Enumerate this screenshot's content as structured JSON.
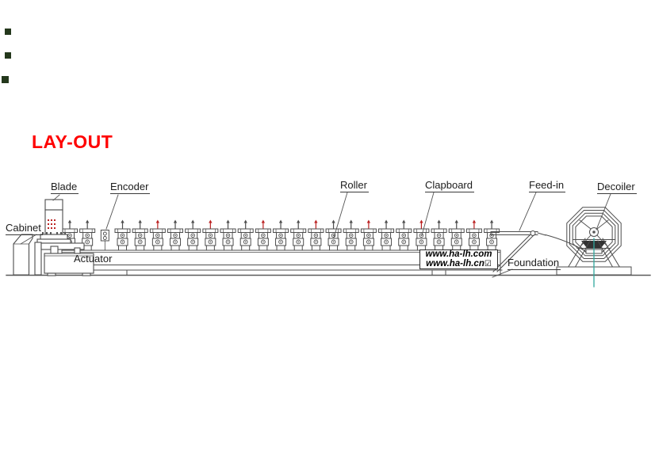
{
  "title": {
    "text": "LAY-OUT"
  },
  "labels": {
    "blade": "Blade",
    "encoder": "Encoder",
    "roller": "Roller",
    "clapboard": "Clapboard",
    "feed_in": "Feed-in",
    "decoiler": "Decoiler",
    "cabinet": "Cabinet",
    "actuator": "Actuator",
    "foundation": "Foundation"
  },
  "branding": {
    "website_com": "www.ha-lh.com",
    "website_cn": "www.ha-lh.cn",
    "checkbox_glyph": "☑"
  },
  "machine": {
    "total_slots": 25,
    "encoder_slot_index": 2,
    "roller_stand_count": 24,
    "red_pin_slots": [
      5,
      8,
      11,
      14,
      17,
      20,
      23
    ]
  },
  "colors": {
    "title_red": "#ff0000",
    "detail_red": "#bb2222",
    "centerline_teal": "#2fa89e",
    "line_gray": "#4d4d4d"
  }
}
